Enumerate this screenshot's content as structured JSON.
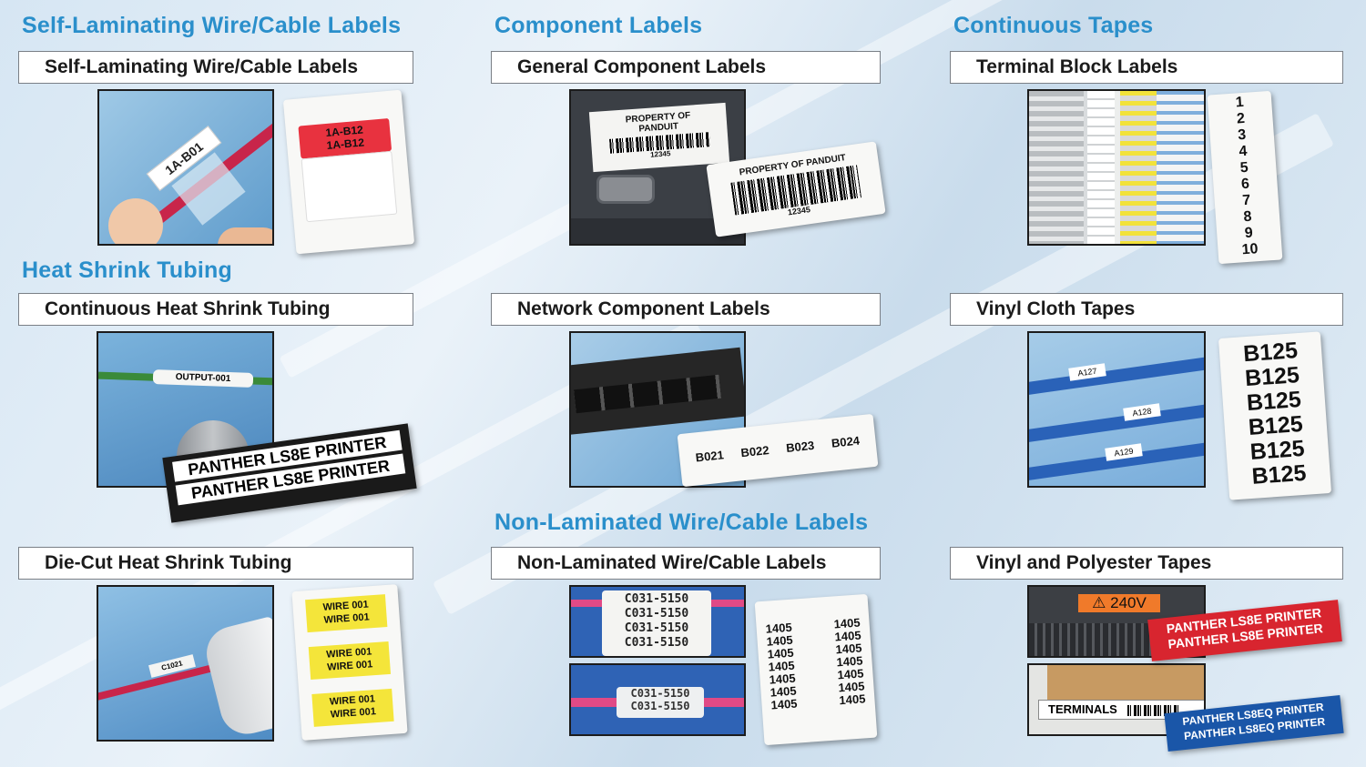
{
  "sections": {
    "self_laminating": "Self-Laminating Wire/Cable Labels",
    "component": "Component Labels",
    "continuous": "Continuous Tapes",
    "heat_shrink": "Heat Shrink Tubing",
    "non_laminated": "Non-Laminated Wire/Cable Labels"
  },
  "products": {
    "self_lam": {
      "title": "Self-Laminating Wire/Cable Labels",
      "photo_text": "1A-B01",
      "card_lines": [
        "1A-B12",
        "1A-B12"
      ]
    },
    "general_component": {
      "title": "General Component Labels",
      "photo_line1": "PROPERTY OF",
      "photo_line2": "PANDUIT",
      "photo_number": "12345",
      "card_line": "PROPERTY OF PANDUIT",
      "card_number": "12345"
    },
    "terminal_block": {
      "title": "Terminal Block Labels",
      "numbers": [
        "1",
        "2",
        "3",
        "4",
        "5",
        "6",
        "7",
        "8",
        "9",
        "10"
      ]
    },
    "continuous_heat_shrink": {
      "title": "Continuous Heat Shrink Tubing",
      "photo_text": "OUTPUT-001",
      "card_lines": [
        "PANTHER LS8E PRINTER",
        "PANTHER LS8E PRINTER"
      ]
    },
    "network_component": {
      "title": "Network Component Labels",
      "card_items": [
        "B021",
        "B022",
        "B023",
        "B024"
      ]
    },
    "vinyl_cloth": {
      "title": "Vinyl Cloth Tapes",
      "photo_tags": [
        "A127",
        "A128",
        "A129"
      ],
      "card_lines": [
        "B125",
        "B125",
        "B125",
        "B125",
        "B125",
        "B125"
      ]
    },
    "die_cut_heat_shrink": {
      "title": "Die-Cut Heat Shrink Tubing",
      "photo_text": "C1021",
      "card_pairs": [
        [
          "WIRE 001",
          "WIRE 001"
        ],
        [
          "WIRE 001",
          "WIRE 001"
        ],
        [
          "WIRE 001",
          "WIRE 001"
        ]
      ]
    },
    "non_laminated": {
      "title": "Non-Laminated Wire/Cable Labels",
      "photo_lines": [
        "C031-5150",
        "C031-5150",
        "C031-5150",
        "C031-5150"
      ],
      "photo2_lines": [
        "C031-5150",
        "C031-5150"
      ],
      "card_rows": [
        [
          "1405",
          "1405"
        ],
        [
          "1405",
          "1405"
        ],
        [
          "1405",
          "1405"
        ],
        [
          "1405",
          "1405"
        ],
        [
          "1405",
          "1405"
        ],
        [
          "1405",
          "1405"
        ],
        [
          "1405",
          "1405"
        ]
      ]
    },
    "vinyl_polyester": {
      "title": "Vinyl and Polyester Tapes",
      "warning_text": "⚠ 240V",
      "terminals_text": "TERMINALS",
      "red_lines": [
        "PANTHER LS8E PRINTER",
        "PANTHER LS8E PRINTER"
      ],
      "blue_lines": [
        "PANTHER LS8EQ PRINTER",
        "PANTHER LS8EQ PRINTER"
      ]
    }
  },
  "colors": {
    "heading_blue": "#2a8fcb",
    "label_red": "#e8323f",
    "label_yellow": "#f4e53a",
    "cable_blue": "#2a62b8",
    "tape_blue": "#1a56a8",
    "wire_red": "#c8254a"
  }
}
